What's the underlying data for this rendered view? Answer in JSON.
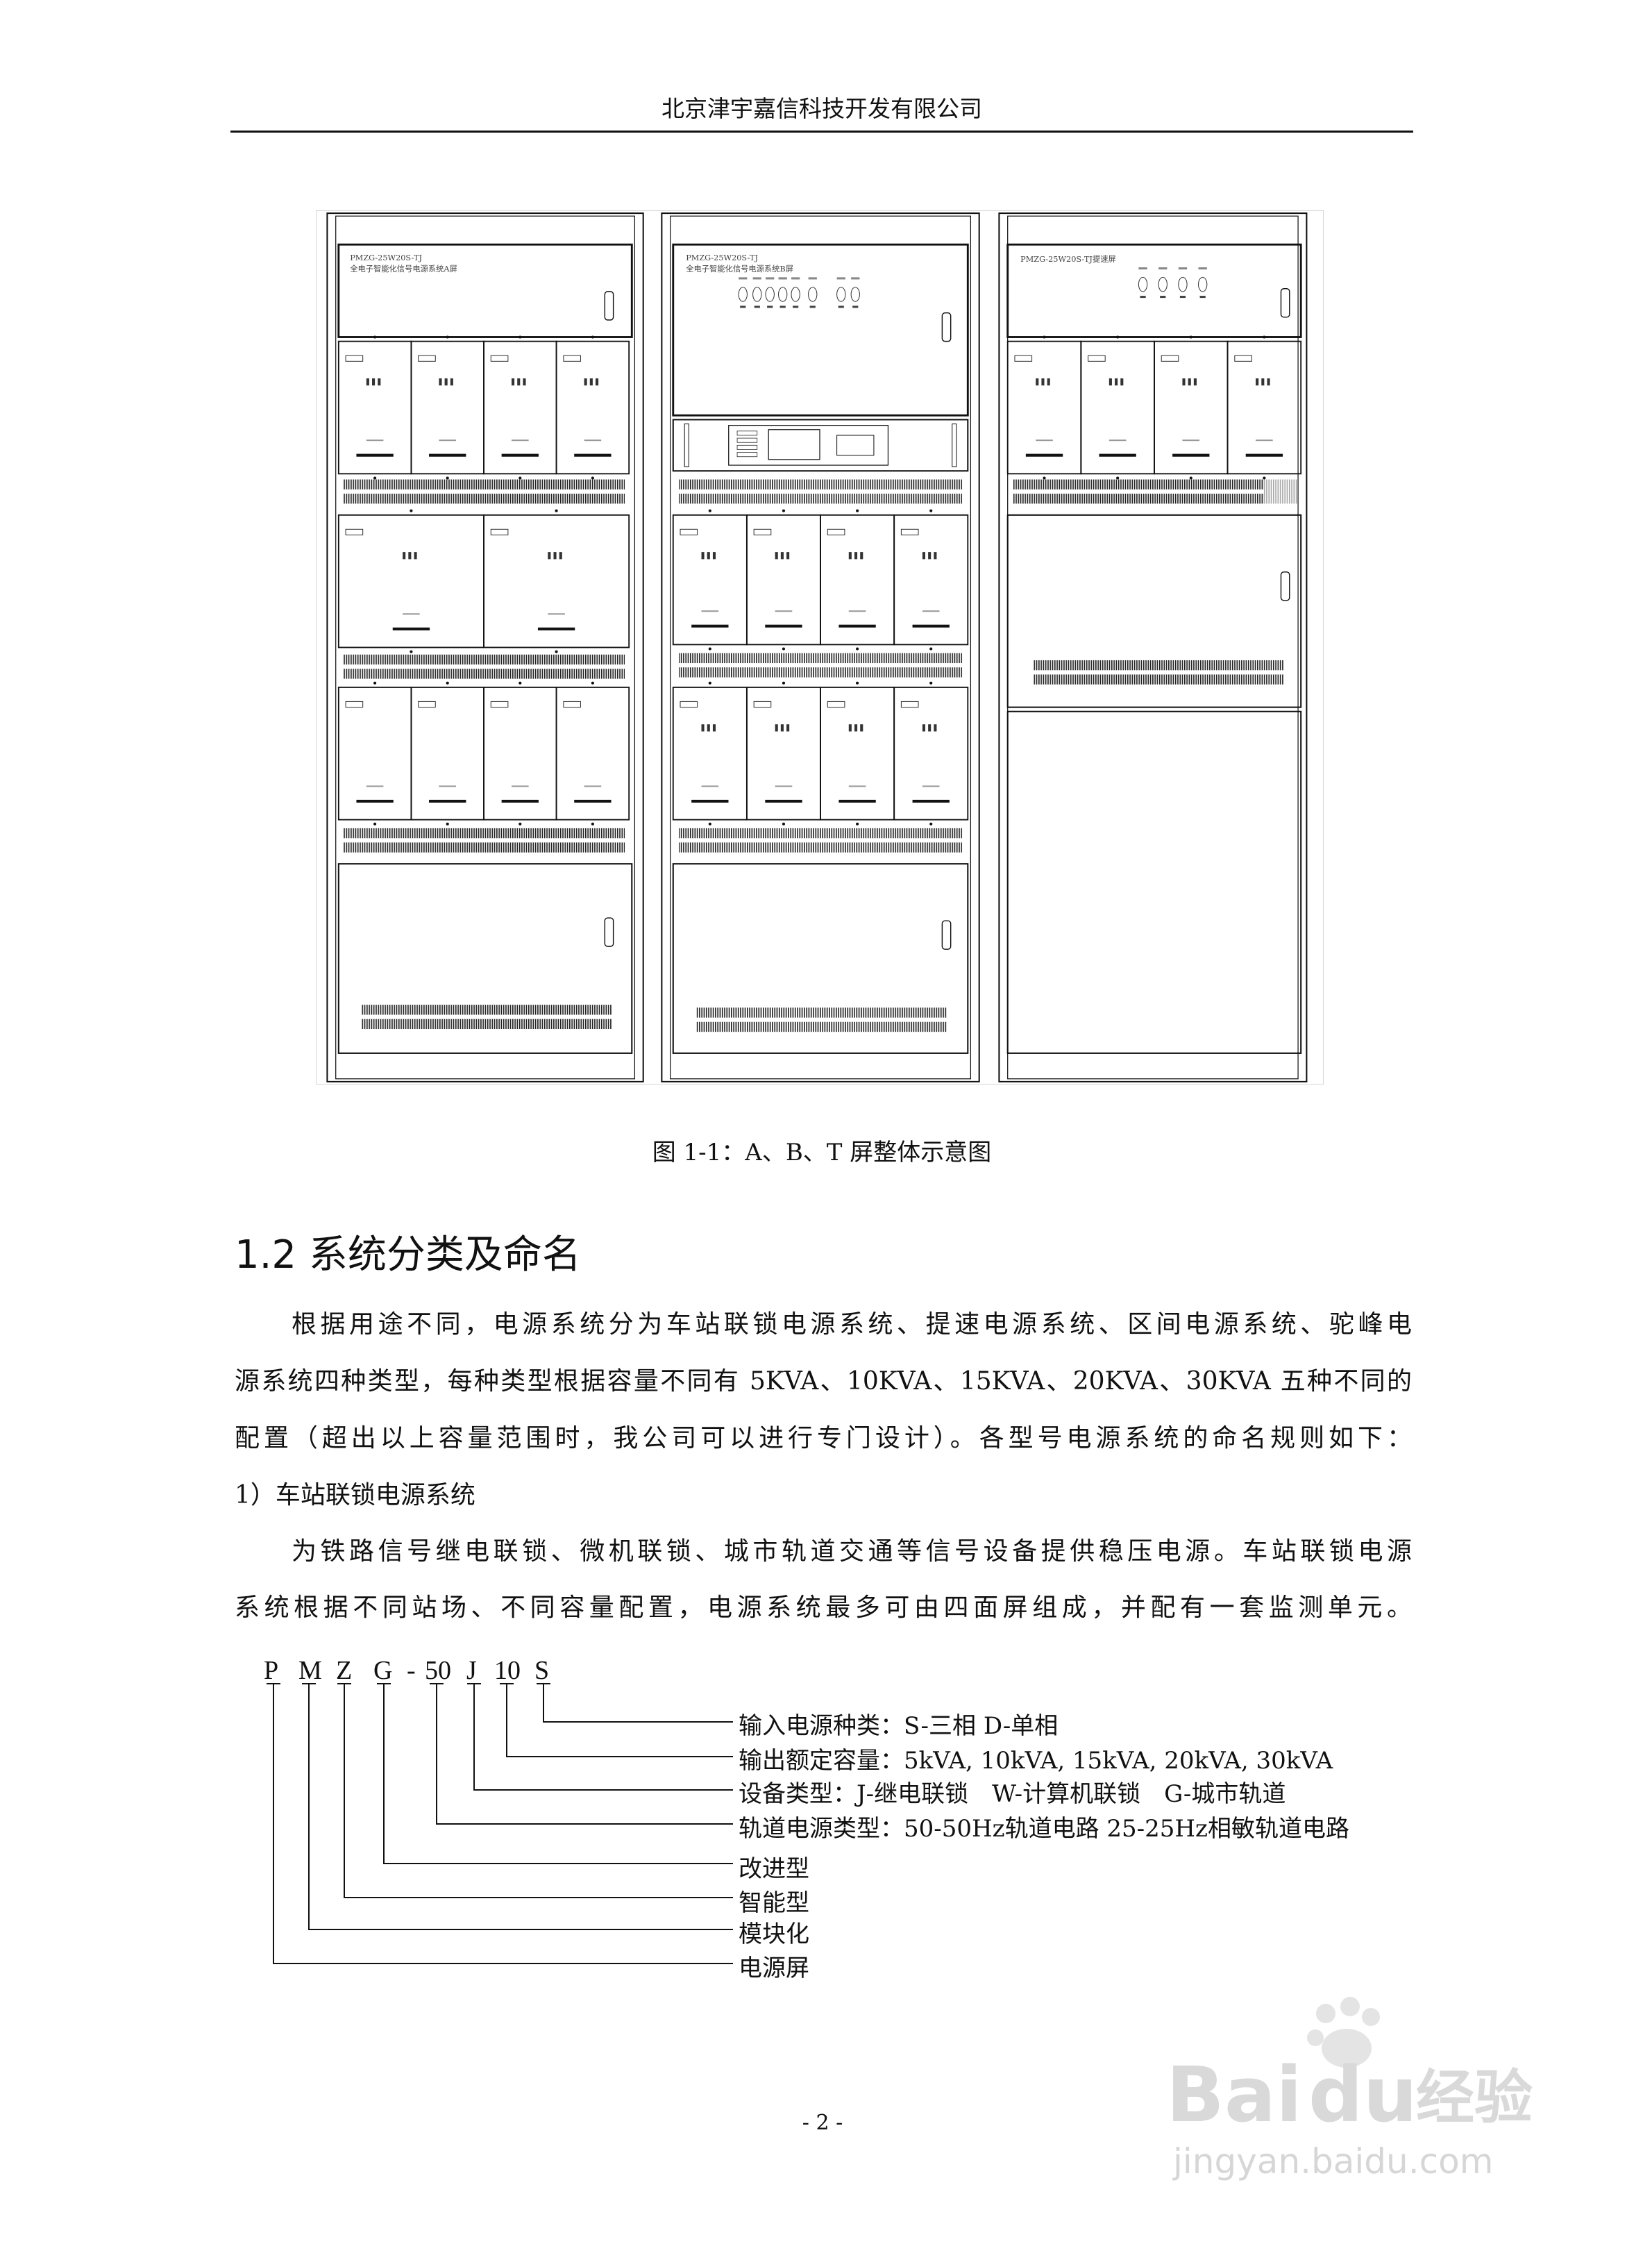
{
  "header": {
    "company": "北京津宇嘉信科技开发有限公司"
  },
  "figure": {
    "cabinet_a": {
      "model": "PMZG-25W20S-TJ",
      "name": "全电子智能化信号电源系统A屏"
    },
    "cabinet_b": {
      "model": "PMZG-25W20S-TJ",
      "name": "全电子智能化信号电源系统B屏"
    },
    "cabinet_t": {
      "model": "PMZG-25W20S-TJ提速屏"
    },
    "caption": "图 1-1：A、B、T 屏整体示意图"
  },
  "section": {
    "heading": "1.2 系统分类及命名",
    "paragraph1": [
      "根据用途不同，电源系统分为车站联锁电源系统、提速电源系统、区间电源系统、驼峰电",
      "源系统四种类型，每种类型根据容量不同有 5KVA、10KVA、15KVA、20KVA、30KVA 五种不同的",
      "配置（超出以上容量范围时，我公司可以进行专门设计）。各型号电源系统的命名规则如下："
    ],
    "subheading": "1）车站联锁电源系统",
    "paragraph2": [
      "为铁路信号继电联锁、微机联锁、城市轨道交通等信号设备提供稳压电源。车站联锁电源",
      "系统根据不同站场、不同容量配置，电源系统最多可由四面屏组成，并配有一套监测单元。"
    ]
  },
  "naming": {
    "code": [
      "P",
      "M",
      "Z",
      "G",
      "-",
      "50",
      "J",
      "10",
      "S"
    ],
    "labels": [
      "输入电源种类：S-三相 D-单相",
      "输出额定容量：5kVA, 10kVA, 15kVA, 20kVA, 30kVA",
      "设备类型：J-继电联锁　W-计算机联锁　G-城市轨道",
      "轨道电源类型：50-50Hz轨道电路 25-25Hz相敏轨道电路",
      "改进型",
      "智能型",
      "模块化",
      "电源屏"
    ]
  },
  "footer": {
    "page_number": "- 2 -"
  },
  "watermark": {
    "brand": "Baidu经验",
    "url": "jingyan.baidu.com"
  }
}
